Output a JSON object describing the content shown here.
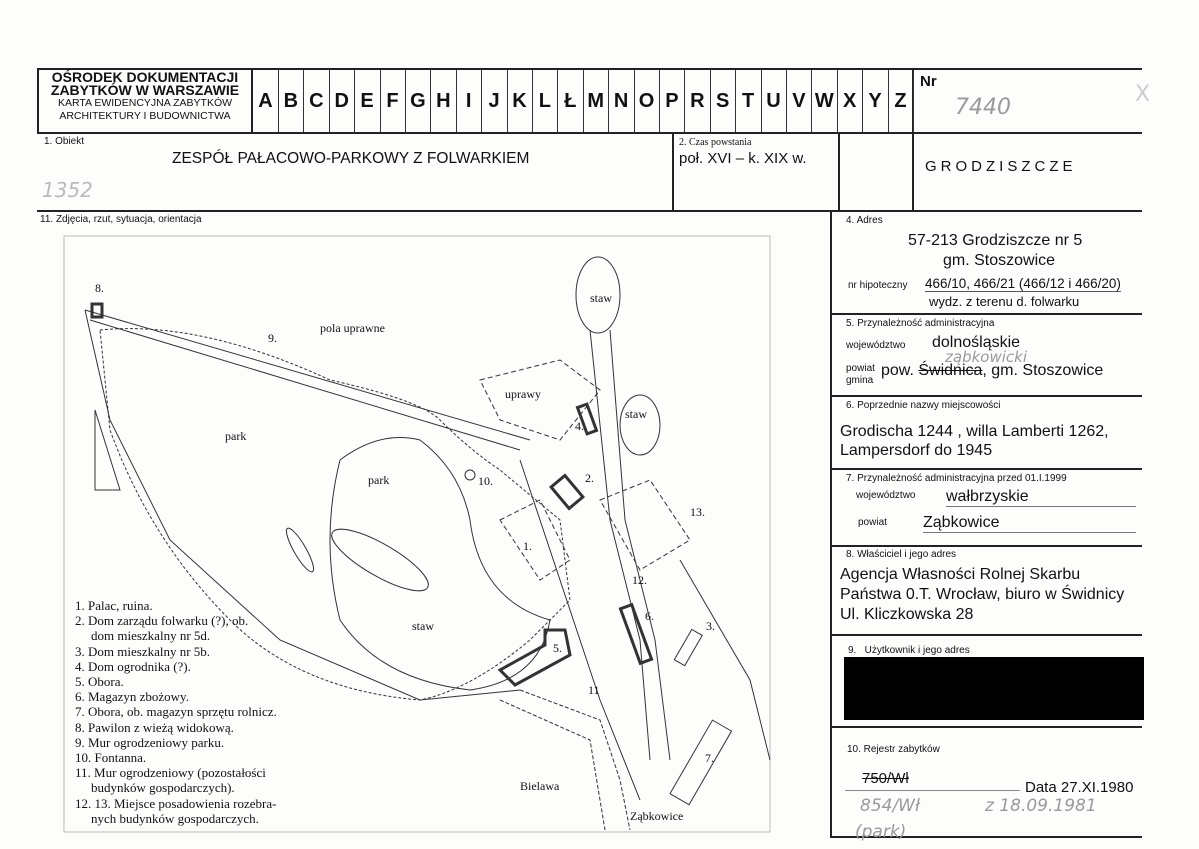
{
  "header": {
    "org_line1": "OŚRODEK DOKUMENTACJI",
    "org_line2": "ZABYTKÓW W WARSZAWIE",
    "card_line1": "KARTA EWIDENCYJNA ZABYTKÓW",
    "card_line2": "ARCHITEKTURY I BUDOWNICTWA",
    "letters": [
      "A",
      "B",
      "C",
      "D",
      "E",
      "F",
      "G",
      "H",
      "I",
      "J",
      "K",
      "L",
      "Ł",
      "M",
      "N",
      "O",
      "P",
      "R",
      "S",
      "T",
      "U",
      "V",
      "W",
      "X",
      "Y",
      "Z"
    ],
    "nr_label": "Nr",
    "nr_value": "7440",
    "corner_mark": "X"
  },
  "obiekt": {
    "label": "1. Obiekt",
    "value": "ZESPÓŁ PAŁACOWO-PARKOWY Z FOLWARKIEM",
    "handwritten": "1352"
  },
  "czas": {
    "label": "2. Czas powstania",
    "value": "poł. XVI – k. XIX w."
  },
  "miejscowosc": {
    "value": "GRODZISZCZE"
  },
  "zdjecia": {
    "label": "11. Zdjęcia, rzut, sytuacja, orientacja"
  },
  "map": {
    "labels": {
      "n8": "8.",
      "n9": "9.",
      "pola": "pola uprawne",
      "park1": "park",
      "park2": "park",
      "staw1": "staw",
      "staw2": "staw",
      "staw3": "staw",
      "uprawy": "uprawy",
      "n1": "1.",
      "n2": "2.",
      "n3": "3.",
      "n4": "4.",
      "n5": "5.",
      "n6": "6.",
      "n7": "7.",
      "n10": "10.",
      "n11": "11",
      "n12": "12.",
      "n13": "13.",
      "bielawa": "Bielawa",
      "zabkowice": "Ząbkowice"
    },
    "legend": [
      "1. Palac, ruina.",
      "2. Dom zarządu folwarku (?), ob.",
      "dom mieszkalny  nr 5d.",
      "3. Dom mieszkalny nr 5b.",
      "4. Dom ogrodnika (?).",
      "5. Obora.",
      "6. Magazyn zbożowy.",
      "7. Obora, ob. magazyn sprzętu rolnicz.",
      "8. Pawilon z wieżą widokową.",
      "9. Mur ogrodzeniowy parku.",
      "10. Fontanna.",
      "11. Mur ogrodzeniowy (pozostałości",
      "budynków gospodarczych).",
      "12. 13. Miejsce posadowienia rozebra-",
      "nych budynków gospodarczych."
    ]
  },
  "adres": {
    "label": "4. Adres",
    "line1": "57-213 Grodziszcze nr 5",
    "line2": "gm. Stoszowice",
    "hip_label": "nr hipoteczny",
    "hip_value": "466/10, 466/21 (466/12 i 466/20)",
    "hip_note": "wydz. z  terenu d. folwarku"
  },
  "admin": {
    "label": "5. Przynależność administracyjna",
    "woj_label": "województwo",
    "woj_value": "dolnośląskie",
    "handwritten": "ząbkowicki",
    "powiat_label": "powiat",
    "gmina_label": "gmina",
    "pow_prefix": "pow. ",
    "pow_struck": "Świdnica",
    "pow_rest": ", gm. Stoszowice"
  },
  "poprzednie": {
    "label": "6. Poprzednie nazwy miejscowości",
    "line1": "Grodischa 1244 , willa Lamberti 1262,",
    "line2": "Lampersdorf do 1945"
  },
  "admin_old": {
    "label": "7. Przynależność administracyjna przed 01.I.1999",
    "woj_label": "województwo",
    "woj_value": "wałbrzyskie",
    "powiat_label": "powiat",
    "powiat_value": "Ząbkowice"
  },
  "wlasciciel": {
    "label": "8. Właściciel i jego adres",
    "line1": "Agencja Własności Rolnej Skarbu",
    "line2": "Państwa 0.T. Wrocław, biuro w Świdnicy",
    "line3": "Ul. Kliczkowska 28"
  },
  "uzytkownik": {
    "label": "9.   Użytkownik i jego adres"
  },
  "rejestr": {
    "label": "10. Rejestr zabytków",
    "old_number": "750/Wł",
    "date": "Data 27.XI.1980",
    "hand_number": "854/Wł",
    "hand_date": "z 18.09.1981",
    "hand_note": "(park)"
  }
}
